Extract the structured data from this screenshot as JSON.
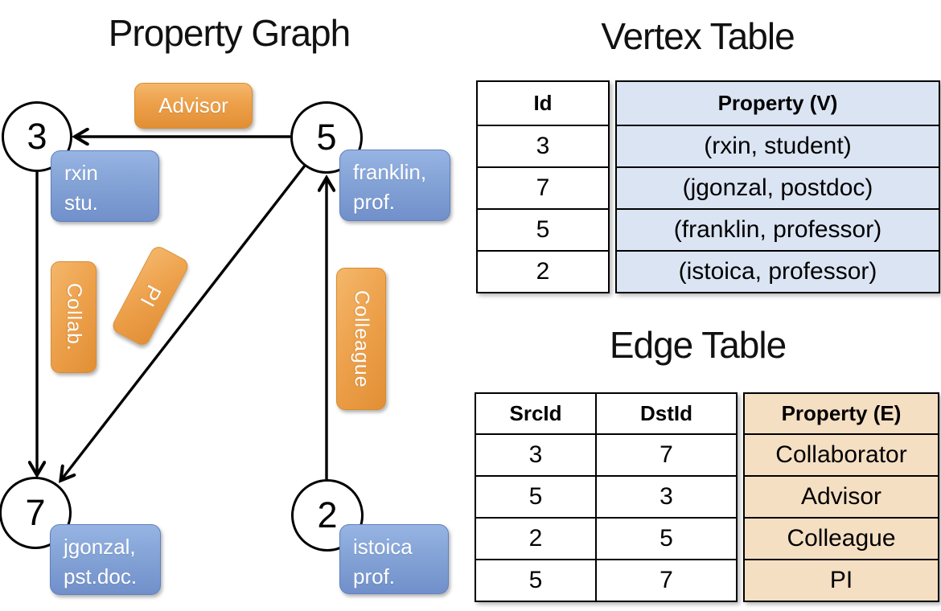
{
  "colors": {
    "edge_label_orange_light": "#f4b76b",
    "edge_label_orange_dark": "#e18f35",
    "vertex_label_blue_light": "#97b4e3",
    "vertex_label_blue_dark": "#7190cb",
    "vertex_table_property_fill": "#dbe4f3",
    "edge_table_property_fill": "#f5dfc3",
    "line_color": "#000000"
  },
  "graph": {
    "title": "Property Graph",
    "vertices": [
      {
        "id": "3",
        "line1": "rxin",
        "line2": "stu."
      },
      {
        "id": "5",
        "line1": "franklin,",
        "line2": "prof."
      },
      {
        "id": "7",
        "line1": "jgonzal,",
        "line2": "pst.doc."
      },
      {
        "id": "2",
        "line1": "istoica",
        "line2": "prof."
      }
    ],
    "edge_labels": [
      {
        "label": "Advisor"
      },
      {
        "label": "Collab."
      },
      {
        "label": "PI"
      },
      {
        "label": "Colleague"
      }
    ]
  },
  "vertex_table": {
    "title": "Vertex Table",
    "headers": {
      "id": "Id",
      "property": "Property (V)"
    },
    "rows": [
      {
        "id": "3",
        "property": "(rxin, student)"
      },
      {
        "id": "7",
        "property": "(jgonzal, postdoc)"
      },
      {
        "id": "5",
        "property": "(franklin, professor)"
      },
      {
        "id": "2",
        "property": "(istoica, professor)"
      }
    ]
  },
  "edge_table": {
    "title": "Edge Table",
    "headers": {
      "src": "SrcId",
      "dst": "DstId",
      "property": "Property (E)"
    },
    "rows": [
      {
        "src": "3",
        "dst": "7",
        "property": "Collaborator"
      },
      {
        "src": "5",
        "dst": "3",
        "property": "Advisor"
      },
      {
        "src": "2",
        "dst": "5",
        "property": "Colleague"
      },
      {
        "src": "5",
        "dst": "7",
        "property": "PI"
      }
    ]
  }
}
